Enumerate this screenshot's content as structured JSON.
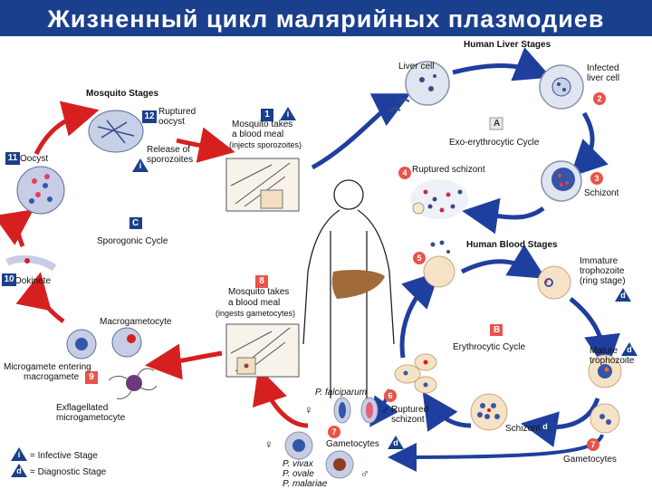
{
  "title": "Жизненный цикл малярийных плазмодиев",
  "sections": {
    "liver_stages": "Human Liver Stages",
    "blood_stages": "Human Blood Stages",
    "mosquito_stages": "Mosquito Stages"
  },
  "cycles": {
    "a_letter": "A",
    "a_label": "Exo-erythrocytic Cycle",
    "b_letter": "B",
    "b_label": "Erythrocytic Cycle",
    "c_letter": "C",
    "c_label": "Sporogonic Cycle"
  },
  "labels": {
    "liver_cell": "Liver cell",
    "infected_liver_cell_1": "Infected",
    "infected_liver_cell_2": "liver cell",
    "schizont": "Schizont",
    "ruptured_schizont": "Ruptured schizont",
    "immature_troph_1": "Immature",
    "immature_troph_2": "trophozoite",
    "immature_troph_3": "(ring stage)",
    "mature_troph_1": "Mature",
    "mature_troph_2": "trophozoite",
    "blood_schizont": "Schizont",
    "ruptured_schizont_blood_1": "Ruptured",
    "ruptured_schizont_blood_2": "schizont",
    "gametocytes_top": "Gametocytes",
    "gametocytes_bottom": "Gametocytes",
    "p_falciparum": "P. falciparum",
    "p_vivax": "P. vivax",
    "p_ovale": "P. ovale",
    "p_malariae": "P. malariae",
    "mosquito_meal1_1": "Mosquito takes",
    "mosquito_meal1_2": "a blood meal",
    "mosquito_meal1_3": "(injects sporozoites)",
    "mosquito_meal2_1": "Mosquito takes",
    "mosquito_meal2_2": "a blood meal",
    "mosquito_meal2_3": "(ingests gametocytes)",
    "ruptured_oocyst_1": "Ruptured",
    "ruptured_oocyst_2": "oocyst",
    "release_sporozoites_1": "Release of",
    "release_sporozoites_2": "sporozoites",
    "oocyst": "Oocyst",
    "ookinete": "Ookinete",
    "macrogametocyte": "Macrogametocyte",
    "microgamete_1": "Microgamete entering",
    "microgamete_2": "macrogamete",
    "exflagellated_1": "Exflagellated",
    "exflagellated_2": "microgametocyte",
    "infective_stage": "= Infective Stage",
    "diagnostic_stage": "= Diagnostic Stage"
  },
  "markers": {
    "i": "i",
    "d": "d",
    "n1": "1",
    "n2": "2",
    "n3": "3",
    "n4": "4",
    "n5": "5",
    "n6": "6",
    "n7": "7",
    "n8": "8",
    "n9": "9",
    "n10": "10",
    "n11": "11",
    "n12": "12",
    "female": "♀",
    "male": "♂"
  },
  "colors": {
    "header_bg": "#1a3f8c",
    "arrow_blue": "#1f3f9e",
    "arrow_red": "#d62020",
    "badge_red": "#e8534a"
  }
}
